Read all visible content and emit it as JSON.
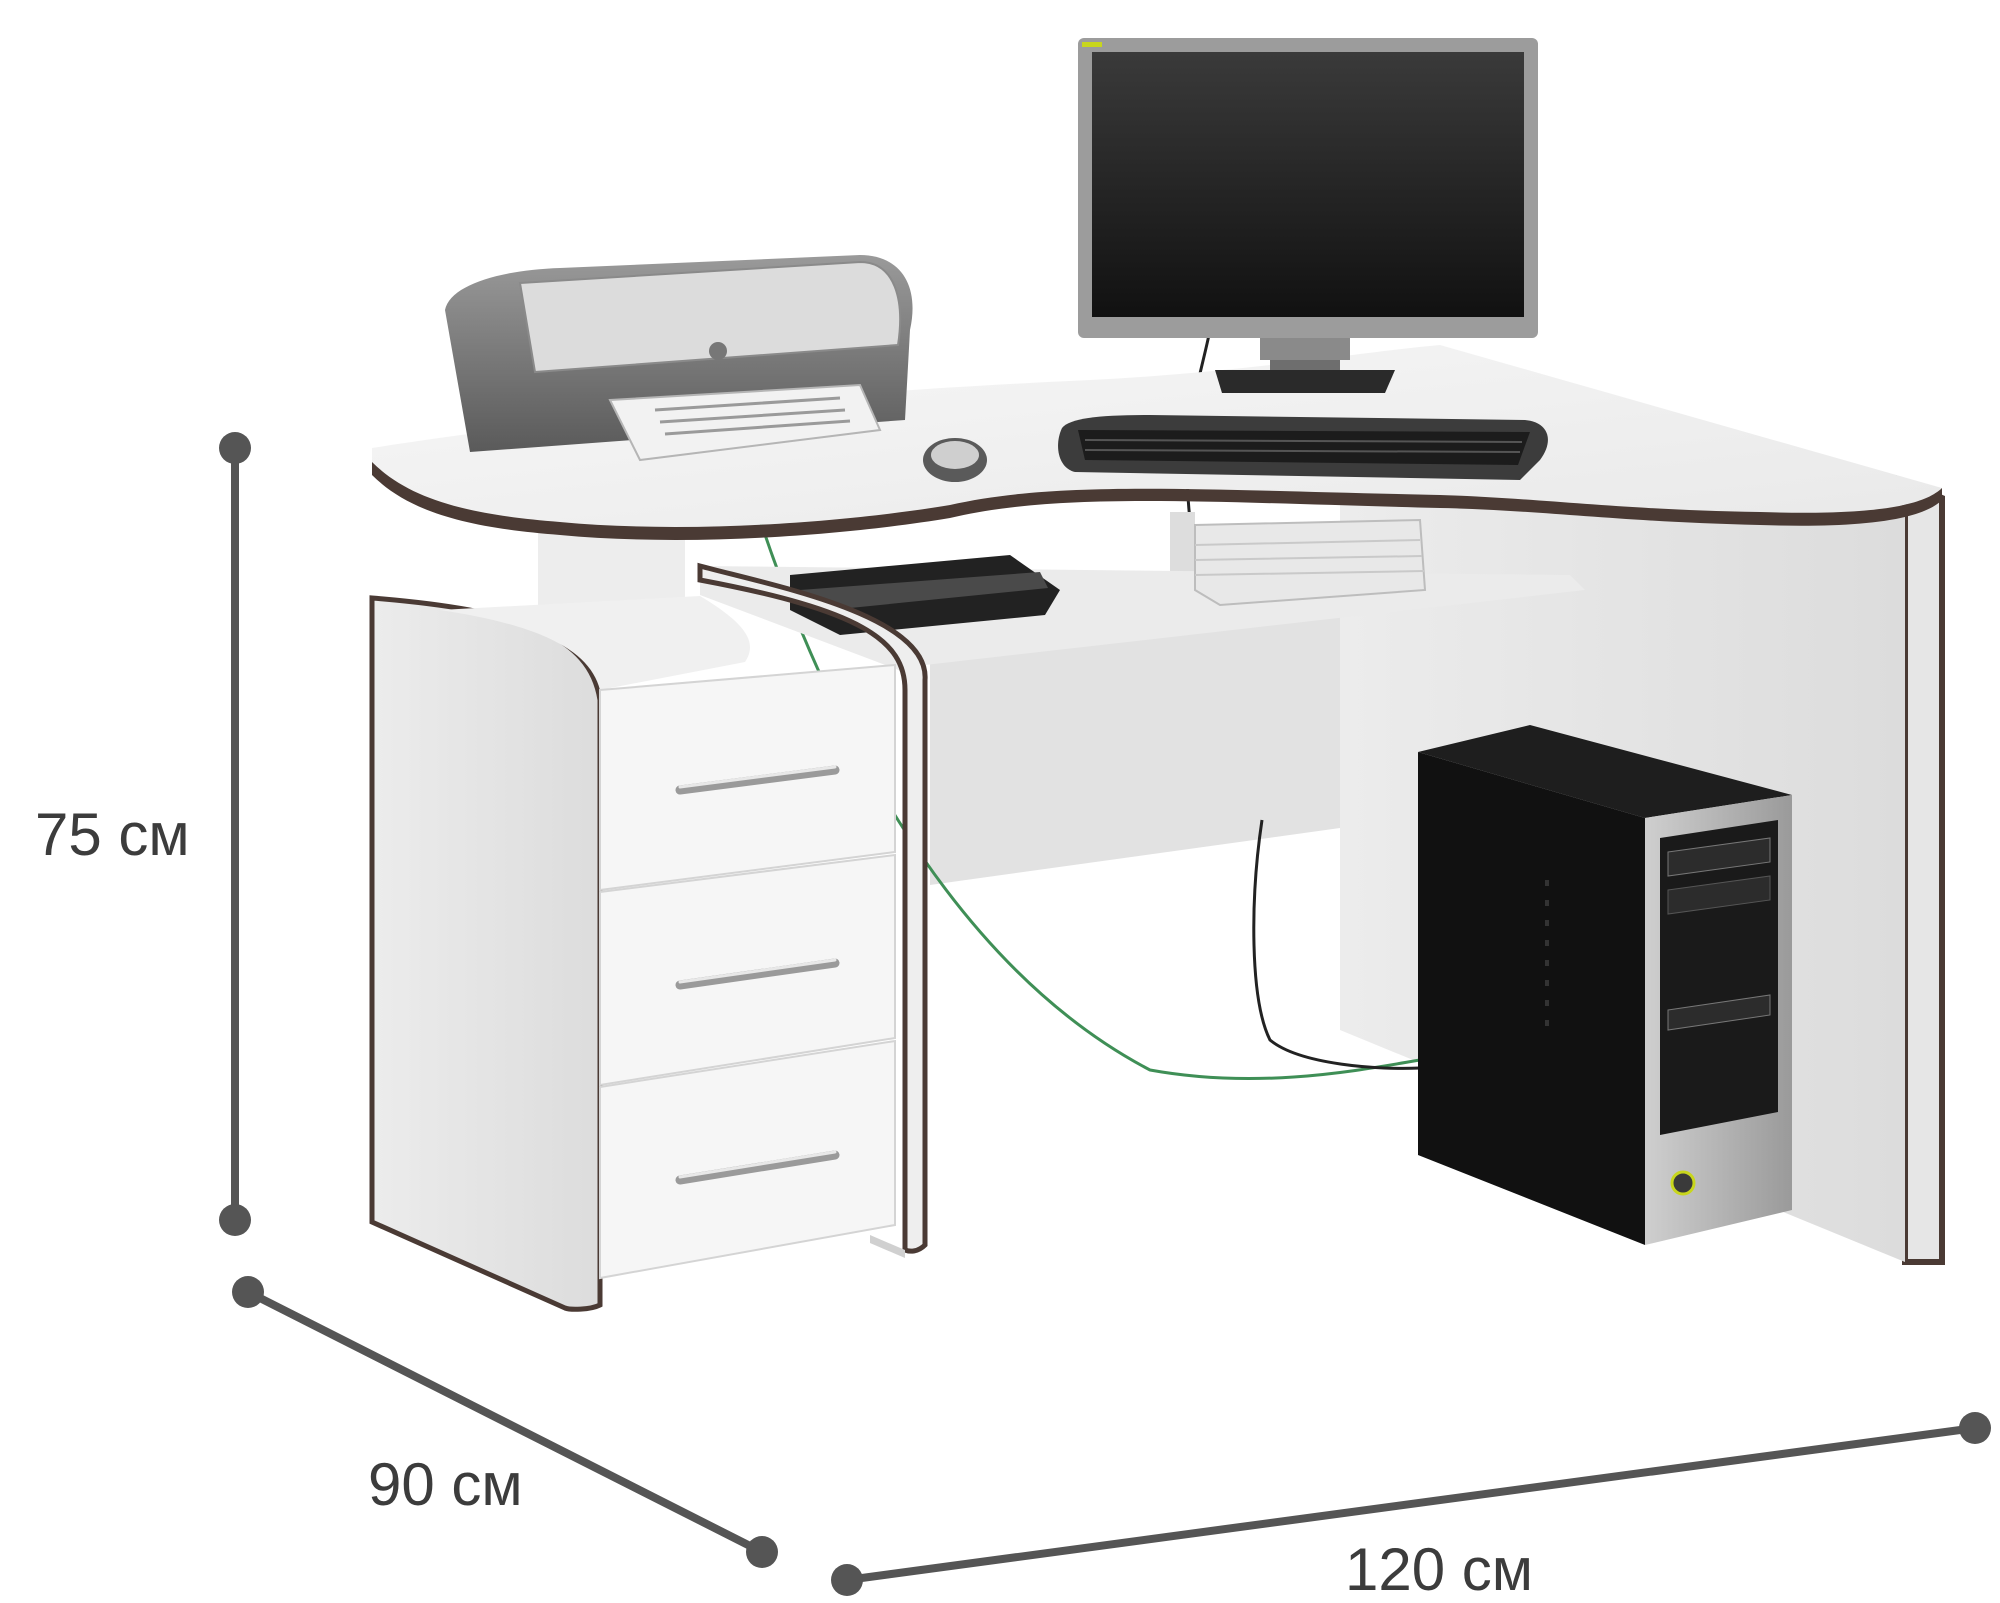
{
  "dimensions": {
    "height_label": "75 см",
    "depth_label": "90 см",
    "width_label": "120 см"
  },
  "colors": {
    "dimension_line": "#555555",
    "desk_surface": "#f4f4f4",
    "desk_edge": "#4a3a34",
    "background": "#ffffff"
  },
  "icons": {
    "monitor": "monitor-icon",
    "printer": "printer-icon",
    "keyboard": "keyboard-icon",
    "mouse": "mouse-icon",
    "pc_tower": "pc-tower-icon",
    "books": "books-icon",
    "drawer_handle": "drawer-handle-icon"
  }
}
